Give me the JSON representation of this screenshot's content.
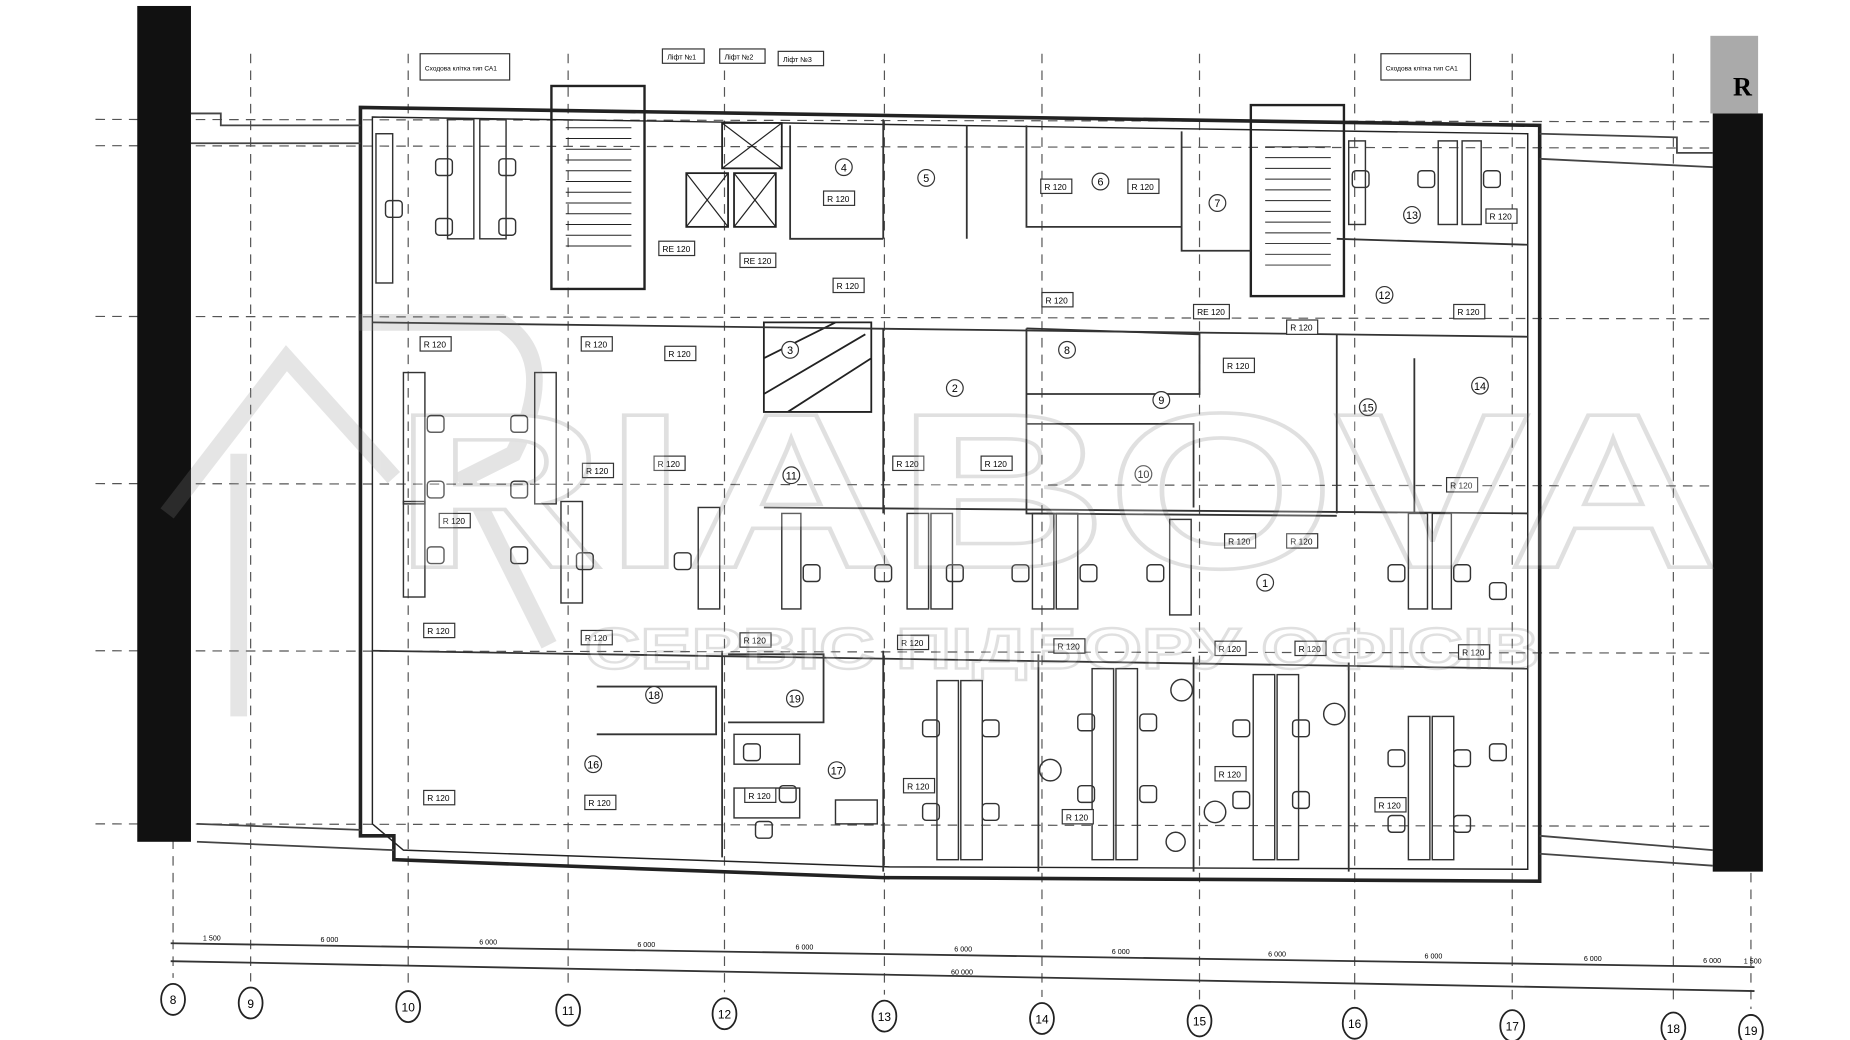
{
  "plan": {
    "axis_labels": [
      "8",
      "9",
      "10",
      "11",
      "12",
      "13",
      "14",
      "15",
      "16",
      "17",
      "18",
      "19"
    ],
    "dimension_labels": [
      "1 500",
      "6 000",
      "6 000",
      "6 000",
      "6 000",
      "6 000",
      "6 000",
      "6 000",
      "6 000",
      "6 000",
      "6 000",
      "1 500"
    ],
    "total_dimension": "60 000",
    "room_numbers": [
      "1",
      "2",
      "3",
      "4",
      "5",
      "6",
      "7",
      "8",
      "9",
      "10",
      "11",
      "12",
      "13",
      "14",
      "15",
      "16",
      "17",
      "18",
      "19"
    ],
    "fire_rating_tag": "R 120",
    "door_rating_tag": "RE 120",
    "stair_callout": "Сходова клітка тип СА1",
    "lift_callouts": [
      "Ліфт №1",
      "Ліфт №2",
      "Ліфт №3"
    ],
    "corner_mark": "R",
    "watermark": {
      "brand": "RIABOVA",
      "tagline": "СЕРВІС ПІДБОРУ ОФІСІВ"
    }
  }
}
